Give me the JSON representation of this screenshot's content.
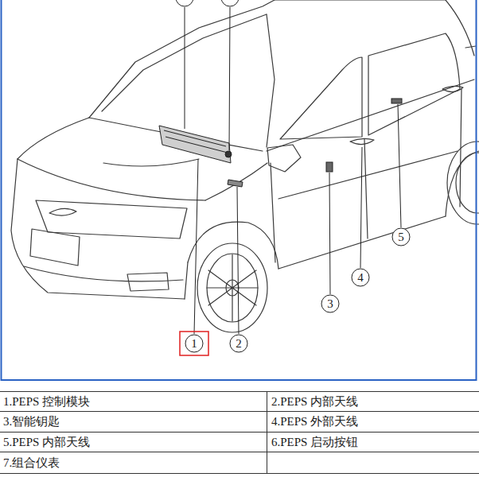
{
  "diagram": {
    "labels": [
      "1",
      "2",
      "3",
      "4",
      "5",
      "1.PEPS 控制模块",
      "2.PEPS 内部天线",
      "3.智能钥匙",
      "4.PEPS 外部天线",
      "5.PEPS 内部天线",
      "6.PEPS 启动按钮",
      "7.组合仪表"
    ]
  }
}
